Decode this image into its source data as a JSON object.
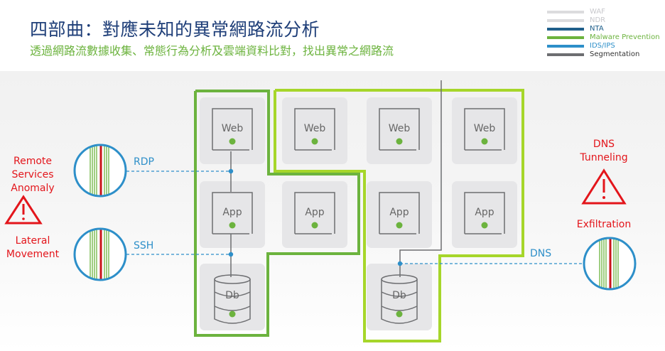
{
  "header": {
    "title": "四部曲：對應未知的異常網路流分析",
    "subtitle": "透過網路流數據收集、常態行為分析及雲端資料比對，找出異常之網路流"
  },
  "legend": [
    {
      "label": "WAF",
      "color": "#dcdcde",
      "text_color": "#c8c8cc"
    },
    {
      "label": "NDR",
      "color": "#dcdcde",
      "text_color": "#c8c8cc"
    },
    {
      "label": "NTA",
      "color": "#1f5f8b",
      "text_color": "#1f5f8b"
    },
    {
      "label": "Malware Prevention",
      "color": "#6cb33e",
      "text_color": "#6cb33e"
    },
    {
      "label": "IDS/IPS",
      "color": "#2d8fc9",
      "text_color": "#2d8fc9"
    },
    {
      "label": "Segmentation",
      "color": "#6d6e71",
      "text_color": "#333333"
    }
  ],
  "nodes": {
    "web": "Web",
    "app": "App",
    "db": "Db"
  },
  "protocols": {
    "rdp": "RDP",
    "ssh": "SSH",
    "dns": "DNS"
  },
  "alerts": {
    "remote_services": [
      "Remote",
      "Services",
      "Anomaly"
    ],
    "lateral_movement": [
      "Lateral",
      "Movement"
    ],
    "dns_tunneling": [
      "DNS",
      "Tunneling"
    ],
    "exfiltration": "Exfiltration"
  },
  "colors": {
    "segment_dark_green": "#6cb33e",
    "segment_light_green": "#a6d62a",
    "alert_red": "#e3151b",
    "flow_blue": "#2d8fc9",
    "status_green": "#6cb33e",
    "connector_gray": "#6d6e71"
  }
}
